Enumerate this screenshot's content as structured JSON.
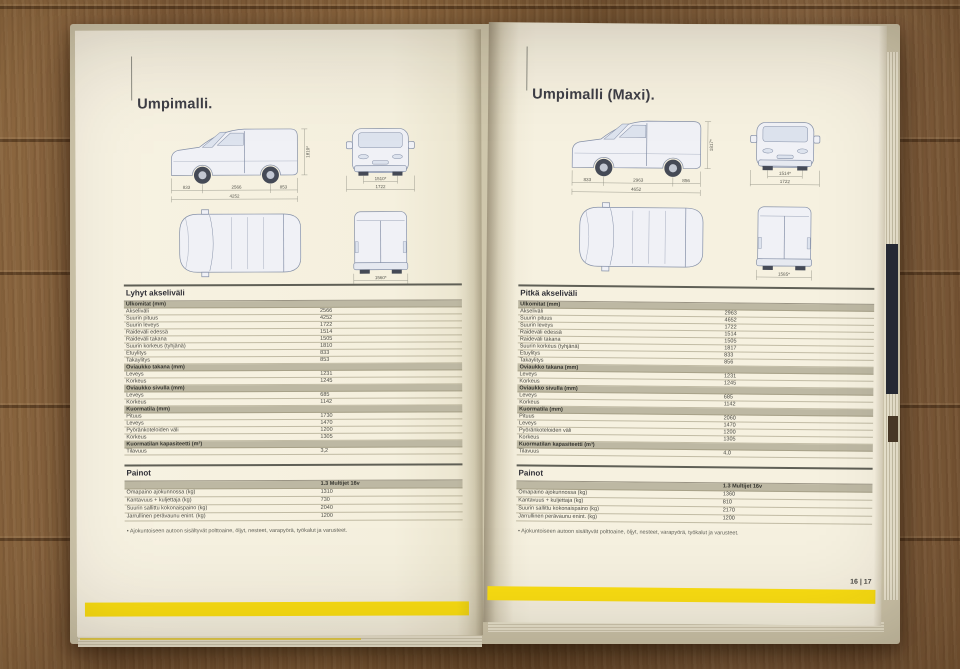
{
  "accent": {
    "yellow": "#fbdf12",
    "page_cream": "#f5f0de",
    "wood_base": "#8f6a42",
    "diagram_line": "#8691a8"
  },
  "book": {
    "page_number": "16 | 17",
    "left_page": {
      "title": "Umpimalli.",
      "section_title": "Lyhyt akseliväli",
      "weights_title": "Painot",
      "footnote": "• Ajokuntoiseen autoon sisältyvät polttoaine, öljyt, nesteet, varapyörä, työkalut ja varusteet.",
      "dims": {
        "front_overhang": "833",
        "wheelbase": "2566",
        "rear_overhang": "853",
        "total_length": "4252",
        "front_track": "1510*",
        "overall_width": "1722",
        "overall_height": "1810*",
        "rear_width": "1560*"
      },
      "spec_rows": [
        {
          "label": "Ulkomitat (mm)",
          "value": "",
          "header": true
        },
        {
          "label": "Akseliväli",
          "value": "2566"
        },
        {
          "label": "Suurin pituus",
          "value": "4252"
        },
        {
          "label": "Suurin leveys",
          "value": "1722"
        },
        {
          "label": "Raideväli edessä",
          "value": "1514"
        },
        {
          "label": "Raideväli takana",
          "value": "1505"
        },
        {
          "label": "Suurin korkeus (tyhjänä)",
          "value": "1810"
        },
        {
          "label": "Etuylitys",
          "value": "833"
        },
        {
          "label": "Takaylitys",
          "value": "853"
        },
        {
          "label": "Oviaukko takana (mm)",
          "value": "",
          "header": true
        },
        {
          "label": "Leveys",
          "value": "1231"
        },
        {
          "label": "Korkeus",
          "value": "1245"
        },
        {
          "label": "Oviaukko sivulla (mm)",
          "value": "",
          "header": true
        },
        {
          "label": "Leveys",
          "value": "685"
        },
        {
          "label": "Korkeus",
          "value": "1142"
        },
        {
          "label": "Kuormatila (mm)",
          "value": "",
          "header": true
        },
        {
          "label": "Pituus",
          "value": "1730"
        },
        {
          "label": "Leveys",
          "value": "1470"
        },
        {
          "label": "Pyöränkoteloiden väli",
          "value": "1200"
        },
        {
          "label": "Korkeus",
          "value": "1305"
        },
        {
          "label": "Kuormatilan kapasiteetti (m³)",
          "value": "",
          "header": true
        },
        {
          "label": "Tilavuus",
          "value": "3,2"
        }
      ],
      "weights_rows": [
        {
          "label": "",
          "value": "1.3 Multijet 16v",
          "header": true
        },
        {
          "label": "Omapaino ajokunnossa (kg)",
          "value": "1310"
        },
        {
          "label": "Kantavuus + kuljettaja (kg)",
          "value": "730"
        },
        {
          "label": "Suurin sallittu kokonaispaino (kg)",
          "value": "2040"
        },
        {
          "label": "Jarrullinen perävaunu enint. (kg)",
          "value": "1200"
        }
      ]
    },
    "right_page": {
      "title": "Umpimalli (Maxi).",
      "section_title": "Pitkä akseliväli",
      "weights_title": "Painot",
      "footnote": "• Ajokuntoiseen autoon sisältyvät polttoaine, öljyt, nesteet, varapyörä, työkalut ja varusteet.",
      "dims": {
        "front_overhang": "833",
        "wheelbase": "2963",
        "rear_overhang": "856",
        "total_length": "4652",
        "front_track": "1514*",
        "overall_width": "1722",
        "overall_height": "1817*",
        "rear_width": "1585*"
      },
      "spec_rows": [
        {
          "label": "Ulkomitat (mm)",
          "value": "",
          "header": true
        },
        {
          "label": "Akseliväli",
          "value": "2963"
        },
        {
          "label": "Suurin pituus",
          "value": "4652"
        },
        {
          "label": "Suurin leveys",
          "value": "1722"
        },
        {
          "label": "Raideväli edessä",
          "value": "1514"
        },
        {
          "label": "Raideväli takana",
          "value": "1505"
        },
        {
          "label": "Suurin korkeus (tyhjänä)",
          "value": "1817"
        },
        {
          "label": "Etuylitys",
          "value": "833"
        },
        {
          "label": "Takaylitys",
          "value": "856"
        },
        {
          "label": "Oviaukko takana (mm)",
          "value": "",
          "header": true
        },
        {
          "label": "Leveys",
          "value": "1231"
        },
        {
          "label": "Korkeus",
          "value": "1245"
        },
        {
          "label": "Oviaukko sivulla (mm)",
          "value": "",
          "header": true
        },
        {
          "label": "Leveys",
          "value": "685"
        },
        {
          "label": "Korkeus",
          "value": "1142"
        },
        {
          "label": "Kuormatila (mm)",
          "value": "",
          "header": true
        },
        {
          "label": "Pituus",
          "value": "2060"
        },
        {
          "label": "Leveys",
          "value": "1470"
        },
        {
          "label": "Pyöränkoteloiden väli",
          "value": "1200"
        },
        {
          "label": "Korkeus",
          "value": "1305"
        },
        {
          "label": "Kuormatilan kapasiteetti (m³)",
          "value": "",
          "header": true
        },
        {
          "label": "Tilavuus",
          "value": "4,0"
        }
      ],
      "weights_rows": [
        {
          "label": "",
          "value": "1.3 Multijet 16v",
          "header": true
        },
        {
          "label": "Omapaino ajokunnossa (kg)",
          "value": "1360"
        },
        {
          "label": "Kantavuus + kuljettaja (kg)",
          "value": "810"
        },
        {
          "label": "Suurin sallittu kokonaispaino (kg)",
          "value": "2170"
        },
        {
          "label": "Jarrullinen perävaunu enint. (kg)",
          "value": "1200"
        }
      ]
    }
  }
}
